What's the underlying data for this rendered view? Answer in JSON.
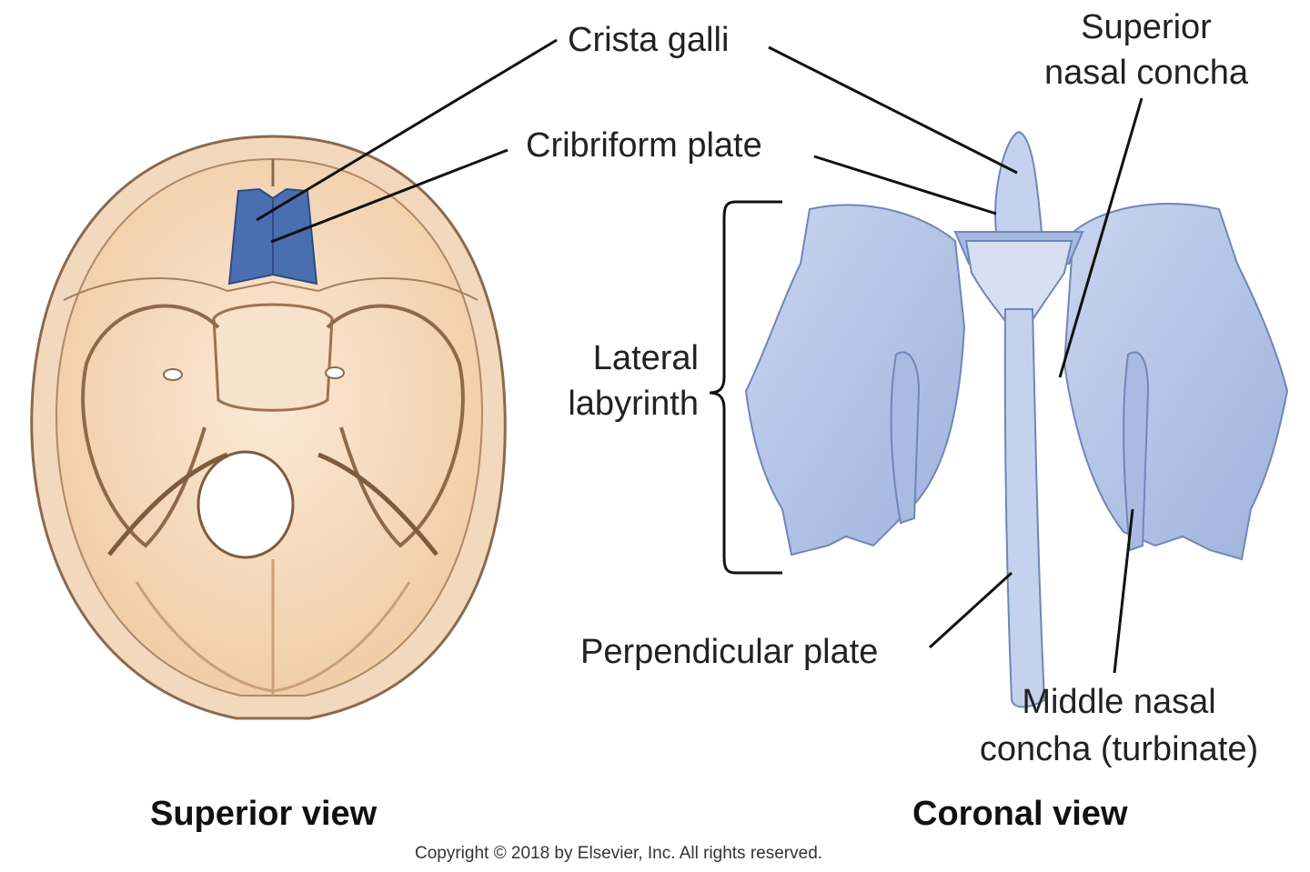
{
  "labels": {
    "crista_galli": "Crista galli",
    "superior_nasal_concha_line1": "Superior",
    "superior_nasal_concha_line2": "nasal concha",
    "cribriform_plate": "Cribriform plate",
    "lateral_labyrinth_line1": "Lateral",
    "lateral_labyrinth_line2": "labyrinth",
    "perpendicular_plate": "Perpendicular plate",
    "middle_nasal_concha_line1": "Middle nasal",
    "middle_nasal_concha_line2": "concha (turbinate)"
  },
  "captions": {
    "superior_view": "Superior view",
    "coronal_view": "Coronal view"
  },
  "copyright": "Copyright © 2018 by Elsevier, Inc. All rights reserved.",
  "colors": {
    "skull_fill": "#f6dcc0",
    "skull_outline": "#a08060",
    "ethmoid_highlight": "#4a6fb0",
    "coronal_bone": "#b7c6e6",
    "coronal_outline": "#6f86b8",
    "leader_line": "#111111"
  }
}
